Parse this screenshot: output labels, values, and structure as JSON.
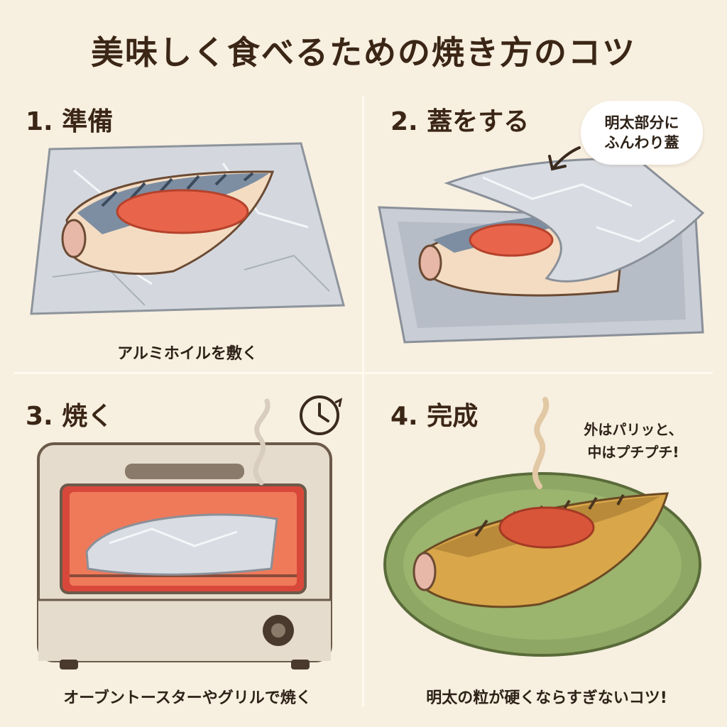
{
  "title": "美味しく食べるための焼き方のコツ",
  "steps": [
    {
      "heading": "1. 準備",
      "caption": "アルミホイルを敷く"
    },
    {
      "heading": "2. 蓋をする",
      "bubble": [
        "明太部分に",
        "ふんわり蓋"
      ]
    },
    {
      "heading": "3. 焼く",
      "caption": "オーブントースターやグリルで焼く"
    },
    {
      "heading": "4. 完成",
      "note": [
        "外はパリッと、",
        "中はプチプチ!"
      ],
      "caption": "明太の粒が硬くならすぎないコツ!"
    }
  ],
  "icons": [
    "fish-icon",
    "foil-icon",
    "arrow-icon",
    "oven-icon",
    "clock-icon",
    "steam-icon",
    "plate-icon"
  ],
  "colors": {
    "background": "#f7efe0",
    "mentaiko": "#e8644a",
    "foil": "#cfd3da",
    "oven_glow": "#e8503a",
    "plate": "#8ea764"
  }
}
